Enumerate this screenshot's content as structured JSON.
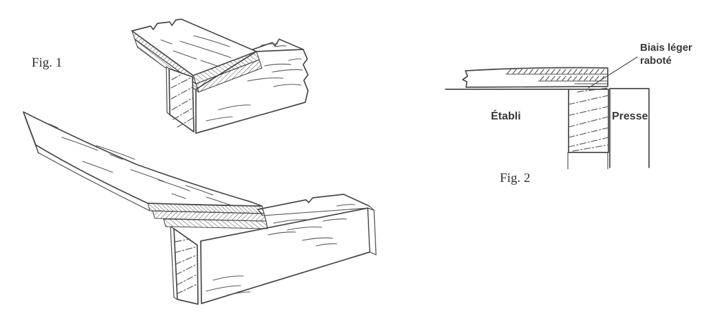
{
  "page": {
    "background_color": "#ffffff",
    "ink_color": "#474747",
    "text_color": "#3a3a3a"
  },
  "figure1": {
    "caption": "Fig. 1"
  },
  "figure2": {
    "caption": "Fig. 2",
    "annotation_lines": [
      "Biais léger",
      "raboté"
    ],
    "bench_label": "Établi",
    "press_label": "Presse"
  }
}
